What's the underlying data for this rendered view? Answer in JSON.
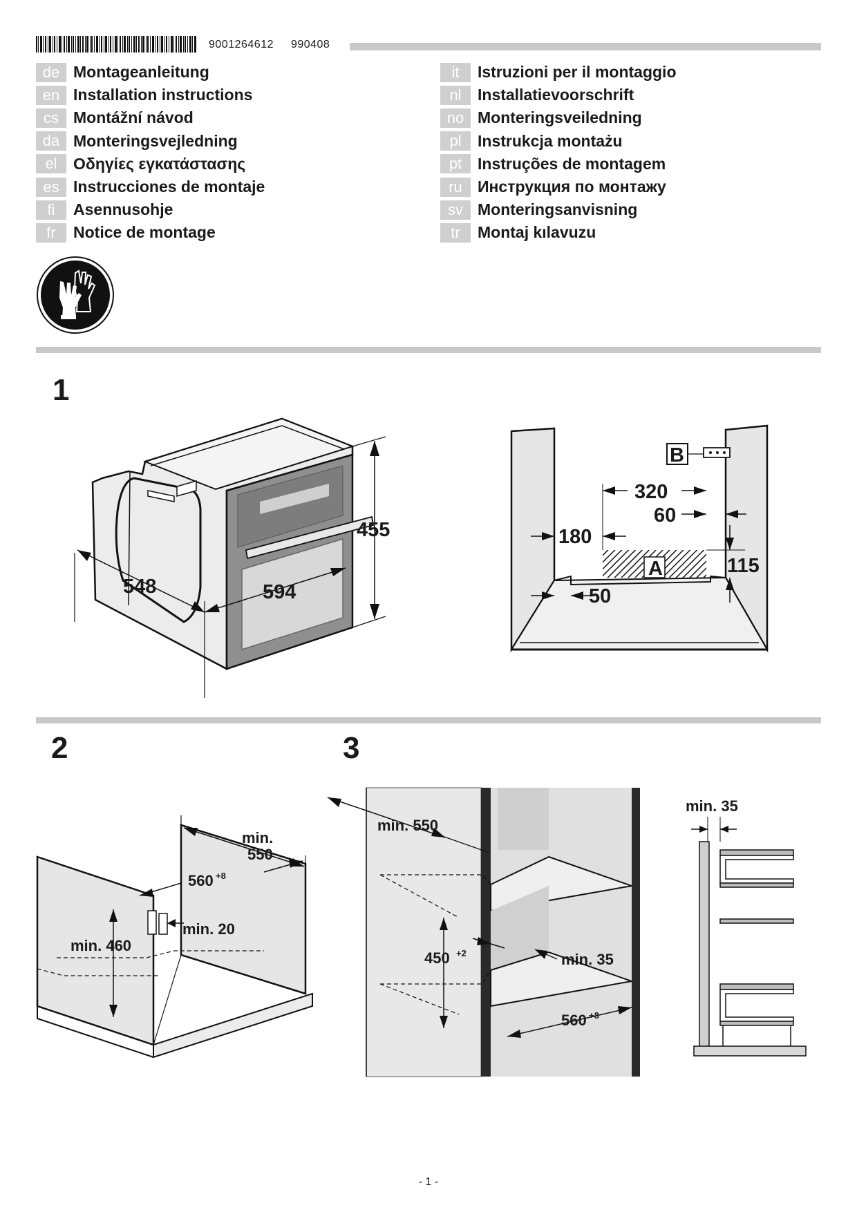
{
  "header": {
    "article_number": "9001264612",
    "doc_code": "990408"
  },
  "languages_left": [
    {
      "code": "de",
      "title": "Montageanleitung"
    },
    {
      "code": "en",
      "title": "Installation instructions"
    },
    {
      "code": "cs",
      "title": "Montážní návod"
    },
    {
      "code": "da",
      "title": "Monteringsvejledning"
    },
    {
      "code": "el",
      "title": "Οδηγίες εγκατάστασης"
    },
    {
      "code": "es",
      "title": "Instrucciones de montaje"
    },
    {
      "code": "fi",
      "title": "Asennusohje"
    },
    {
      "code": "fr",
      "title": "Notice de montage"
    }
  ],
  "languages_right": [
    {
      "code": "it",
      "title": "Istruzioni per il montaggio"
    },
    {
      "code": "nl",
      "title": "Installatievoorschrift"
    },
    {
      "code": "no",
      "title": "Monteringsveiledning"
    },
    {
      "code": "pl",
      "title": "Instrukcja montażu"
    },
    {
      "code": "pt",
      "title": "Instruções de montagem"
    },
    {
      "code": "ru",
      "title": "Инструкция по монтажу"
    },
    {
      "code": "sv",
      "title": "Monteringsanvisning"
    },
    {
      "code": "tr",
      "title": "Montaj kılavuzu"
    }
  ],
  "safety_icon": "gloves-icon",
  "figure1": {
    "number": "1",
    "oven_height": "455",
    "oven_depth": "548",
    "oven_width": "594",
    "dim_320": "320",
    "dim_60": "60",
    "dim_180": "180",
    "dim_115": "115",
    "dim_50": "50",
    "label_a": "A",
    "label_b": "B"
  },
  "figure2": {
    "number": "2",
    "min_label": "min.",
    "depth_value": "550",
    "width_value": "560",
    "width_tolerance": "+8",
    "gap_label": "min. 20",
    "height_label": "min. 460"
  },
  "figure3": {
    "number": "3",
    "depth_label": "min. 550",
    "height_value": "450",
    "height_tolerance": "+2",
    "vent_label": "min. 35",
    "width_value": "560",
    "width_tolerance": "+8",
    "side_label": "min. 35"
  },
  "footer": {
    "page": "- 1 -"
  }
}
